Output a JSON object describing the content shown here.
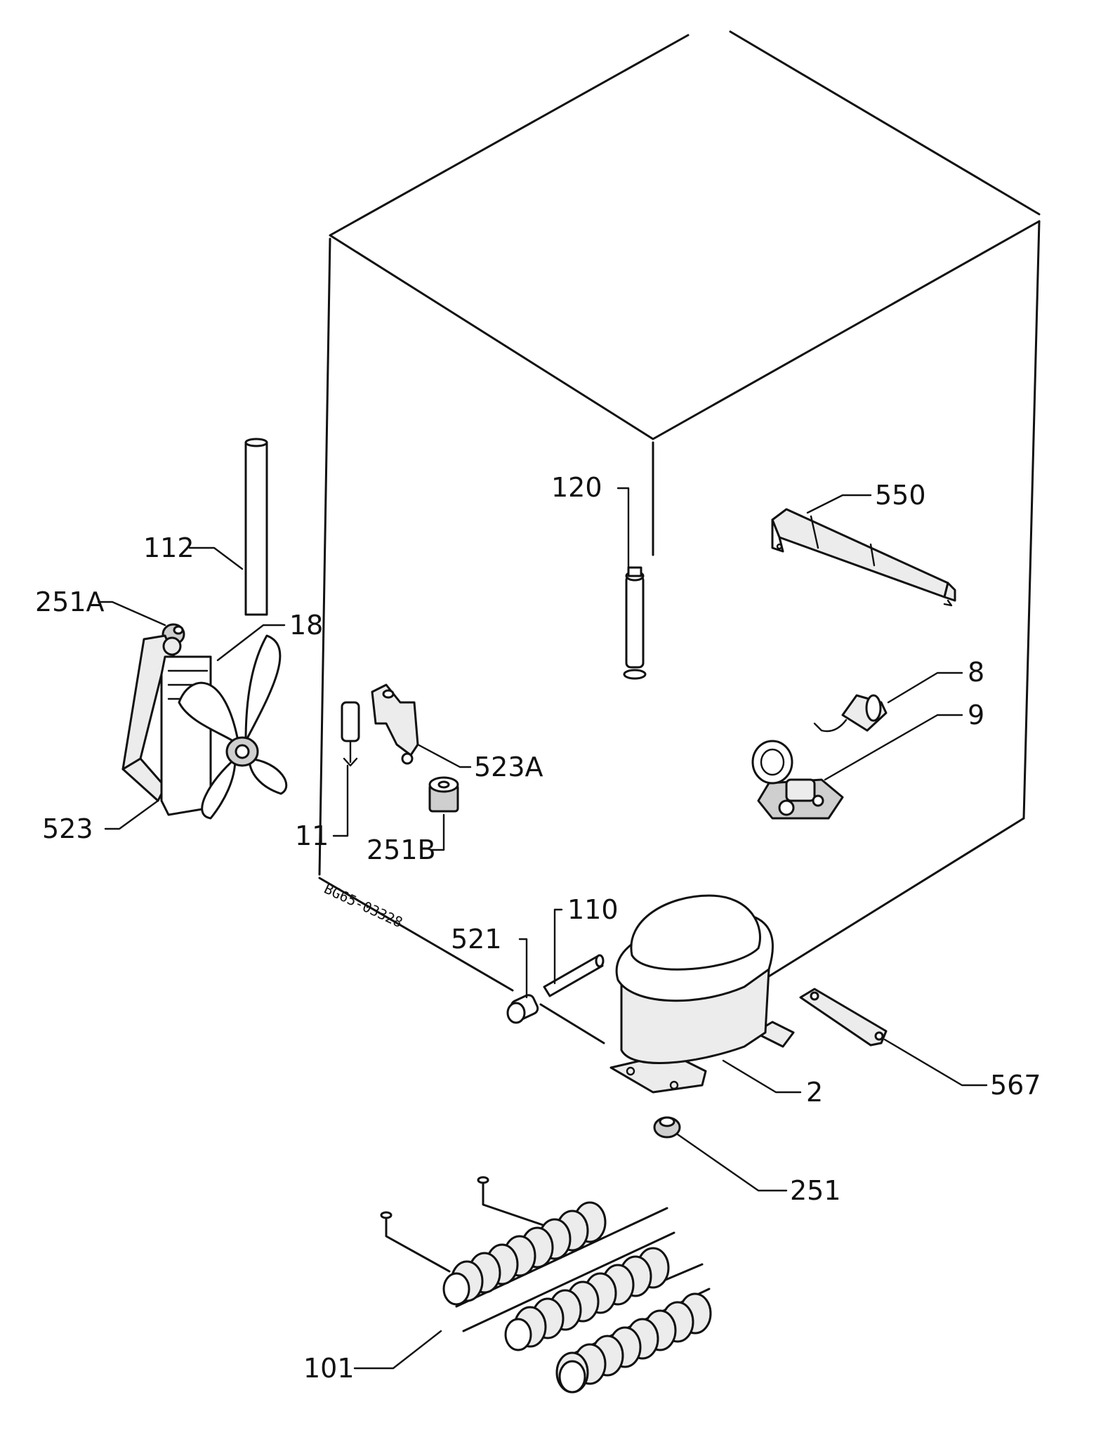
{
  "drawing_code": "BG65-03328",
  "callouts": {
    "c550": "550",
    "c120": "120",
    "c112": "112",
    "c251A": "251A",
    "c18": "18",
    "c8": "8",
    "c9": "9",
    "c523A": "523A",
    "c523": "523",
    "c11": "11",
    "c251B": "251B",
    "c110": "110",
    "c521": "521",
    "c2": "2",
    "c567": "567",
    "c251": "251",
    "c101": "101"
  }
}
